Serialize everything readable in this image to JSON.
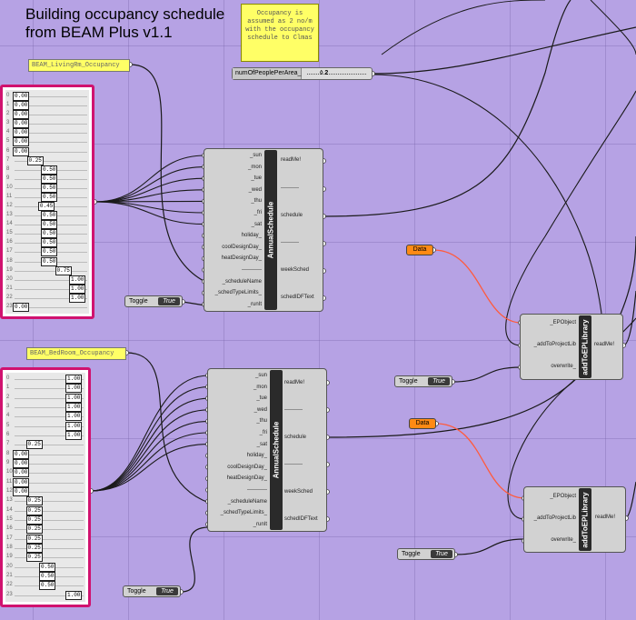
{
  "title": "Building occupancy schedule\nfrom BEAM Plus v1.1",
  "note": "Occupancy is\nassumed as 2 no/m\nwith the occupancy\nschedule to Clmas",
  "panel_living": "BEAM_LivingRm_Occupancy",
  "panel_bedroom": "BEAM_BedRoom_Occupancy",
  "slider": {
    "label": "numOfPeoplePerArea_",
    "value": "◊ 2"
  },
  "gmf1": {
    "rows": [
      {
        "i": "0",
        "v": "0.00",
        "lvl": 0
      },
      {
        "i": "1",
        "v": "0.00",
        "lvl": 0
      },
      {
        "i": "2",
        "v": "0.00",
        "lvl": 0
      },
      {
        "i": "3",
        "v": "0.00",
        "lvl": 0
      },
      {
        "i": "4",
        "v": "0.00",
        "lvl": 0
      },
      {
        "i": "5",
        "v": "0.00",
        "lvl": 0
      },
      {
        "i": "6",
        "v": "0.00",
        "lvl": 0
      },
      {
        "i": "7",
        "v": "0.25",
        "lvl": 0.25
      },
      {
        "i": "8",
        "v": "0.50",
        "lvl": 0.5
      },
      {
        "i": "9",
        "v": "0.50",
        "lvl": 0.5
      },
      {
        "i": "10",
        "v": "0.50",
        "lvl": 0.5
      },
      {
        "i": "11",
        "v": "0.50",
        "lvl": 0.5
      },
      {
        "i": "12",
        "v": "0.45",
        "lvl": 0.45
      },
      {
        "i": "13",
        "v": "0.50",
        "lvl": 0.5
      },
      {
        "i": "14",
        "v": "0.50",
        "lvl": 0.5
      },
      {
        "i": "15",
        "v": "0.50",
        "lvl": 0.5
      },
      {
        "i": "16",
        "v": "0.50",
        "lvl": 0.5
      },
      {
        "i": "17",
        "v": "0.50",
        "lvl": 0.5
      },
      {
        "i": "18",
        "v": "0.50",
        "lvl": 0.5
      },
      {
        "i": "19",
        "v": "0.75",
        "lvl": 0.75
      },
      {
        "i": "20",
        "v": "1.00",
        "lvl": 1
      },
      {
        "i": "21",
        "v": "1.00",
        "lvl": 1
      },
      {
        "i": "22",
        "v": "1.00",
        "lvl": 1
      },
      {
        "i": "23",
        "v": "0.00",
        "lvl": 0
      }
    ]
  },
  "gmf2": {
    "rows": [
      {
        "i": "0",
        "v": "1.00",
        "lvl": 1
      },
      {
        "i": "1",
        "v": "1.00",
        "lvl": 1
      },
      {
        "i": "2",
        "v": "1.00",
        "lvl": 1
      },
      {
        "i": "3",
        "v": "1.00",
        "lvl": 1
      },
      {
        "i": "4",
        "v": "1.00",
        "lvl": 1
      },
      {
        "i": "5",
        "v": "1.00",
        "lvl": 1
      },
      {
        "i": "6",
        "v": "1.00",
        "lvl": 1
      },
      {
        "i": "7",
        "v": "0.25",
        "lvl": 0.25
      },
      {
        "i": "8",
        "v": "0.00",
        "lvl": 0
      },
      {
        "i": "9",
        "v": "0.00",
        "lvl": 0
      },
      {
        "i": "10",
        "v": "0.00",
        "lvl": 0
      },
      {
        "i": "11",
        "v": "0.00",
        "lvl": 0
      },
      {
        "i": "12",
        "v": "0.00",
        "lvl": 0
      },
      {
        "i": "13",
        "v": "0.25",
        "lvl": 0.25
      },
      {
        "i": "14",
        "v": "0.25",
        "lvl": 0.25
      },
      {
        "i": "15",
        "v": "0.25",
        "lvl": 0.25
      },
      {
        "i": "16",
        "v": "0.25",
        "lvl": 0.25
      },
      {
        "i": "17",
        "v": "0.25",
        "lvl": 0.25
      },
      {
        "i": "18",
        "v": "0.25",
        "lvl": 0.25
      },
      {
        "i": "19",
        "v": "0.25",
        "lvl": 0.25
      },
      {
        "i": "20",
        "v": "0.50",
        "lvl": 0.5
      },
      {
        "i": "21",
        "v": "0.50",
        "lvl": 0.5
      },
      {
        "i": "22",
        "v": "0.50",
        "lvl": 0.5
      },
      {
        "i": "23",
        "v": "1.00",
        "lvl": 1
      }
    ]
  },
  "annual": {
    "name": "AnnualSchedule",
    "inputs": [
      "_sun",
      "_mon",
      "_tue",
      "_wed",
      "_thu",
      "_fri",
      "_sat",
      "holiday_",
      "coolDesignDay_",
      "heatDesignDay_",
      "-----------",
      "_scheduleName",
      "_schedTypeLimits_",
      "_runIt"
    ],
    "outputs": [
      "readMe!",
      "----------",
      "schedule",
      "----------",
      "weekSched",
      "schedIDFText"
    ]
  },
  "addlib": {
    "name": "addToEPLibrary",
    "inputs": [
      "_EPObject",
      "_addToProjectLib",
      "overwrite_"
    ],
    "outputs": [
      "readMe!"
    ]
  },
  "toggle": {
    "label": "Toggle",
    "value": "True"
  },
  "data_label": "Data",
  "colors": {
    "canvas": "#b6a2e4",
    "wire": "#1a1a1a",
    "data_wire": "#ff5a3c",
    "gmf_border": "#d0126f"
  }
}
